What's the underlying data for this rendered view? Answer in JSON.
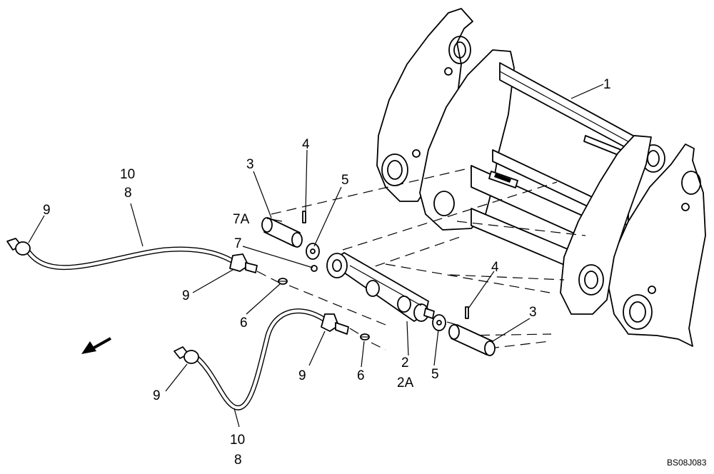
{
  "callouts": {
    "frame": "1",
    "cylinder": "2",
    "cylinder_alt": "2A",
    "pin_upper": "3",
    "pin_lower": "3",
    "rollpin_upper": "4",
    "rollpin_lower": "4",
    "washer_upper": "5",
    "washer_lower": "5",
    "fitting_upper": "6",
    "fitting_lower": "6",
    "fitting_rod": "7",
    "fitting_rod_alt": "7A",
    "hose_upper_a": "10",
    "hose_upper_b": "8",
    "hose_lower_a": "10",
    "hose_lower_b": "8",
    "clip_upper_left": "9",
    "clip_upper_right": "9",
    "clip_lower_left": "9",
    "clip_lower_right": "9"
  },
  "reference_code": "BS08J083"
}
